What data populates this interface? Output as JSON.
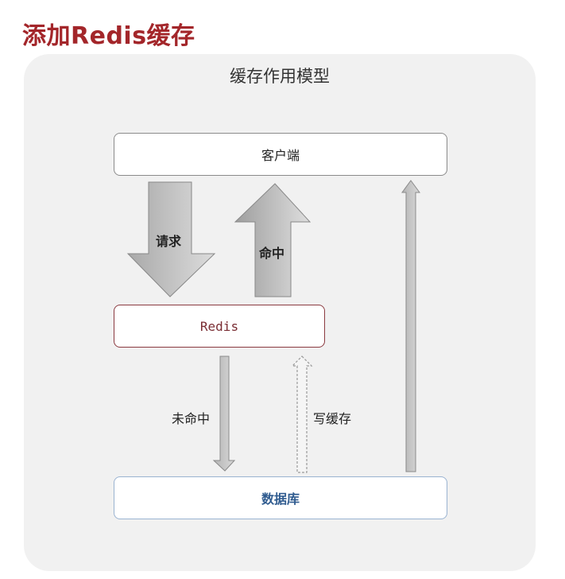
{
  "page_title": "添加Redis缓存",
  "diagram": {
    "title": "缓存作用模型",
    "nodes": {
      "client": "客户端",
      "redis": "Redis",
      "database": "数据库"
    },
    "edges": {
      "request": "请求",
      "hit": "命中",
      "miss": "未命中",
      "write_cache": "写缓存"
    }
  }
}
